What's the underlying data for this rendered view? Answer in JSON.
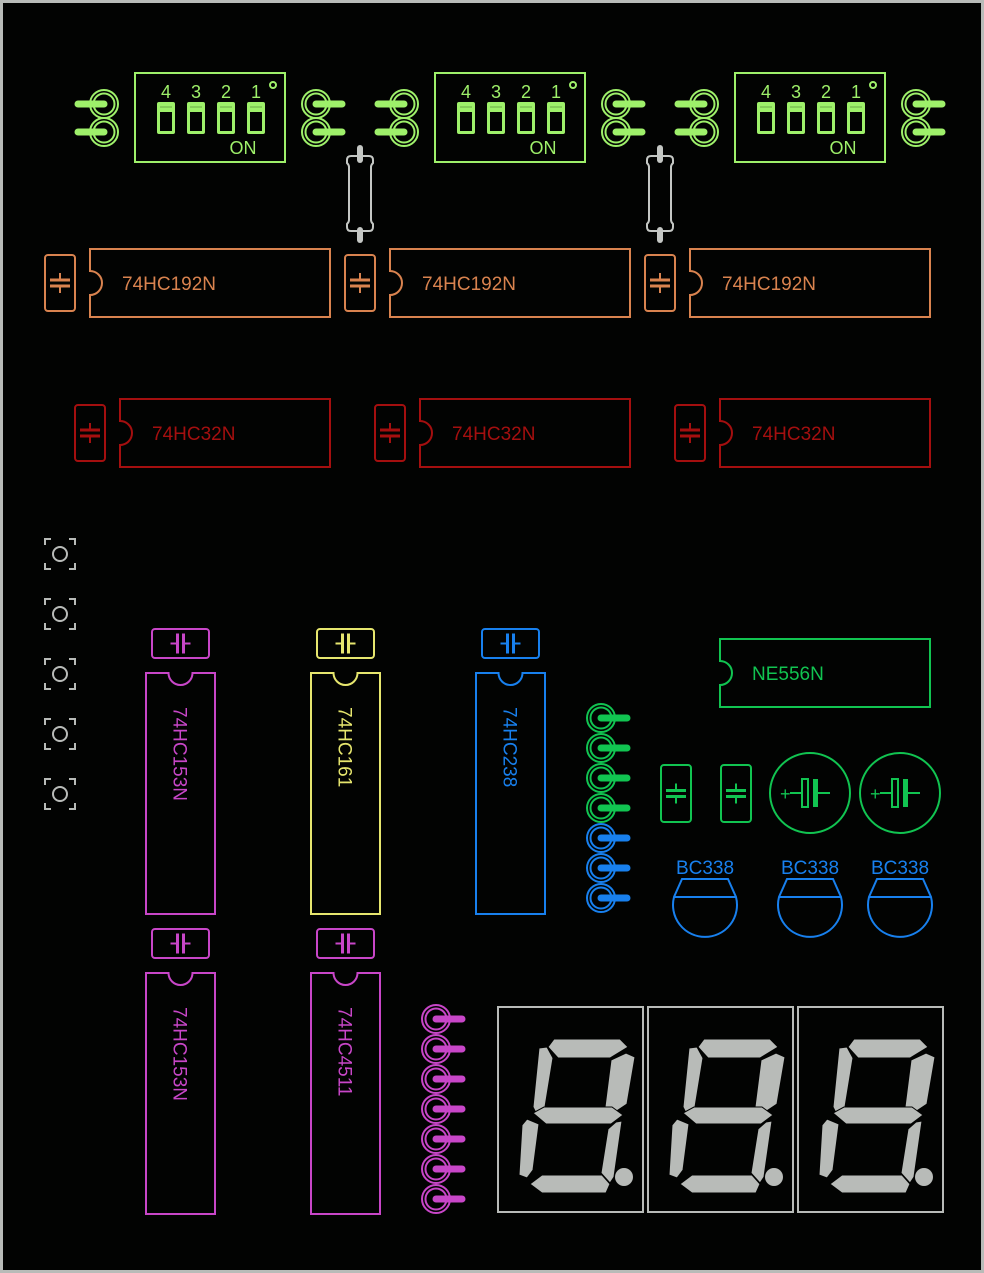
{
  "board": {
    "background": "#020302",
    "border_color": "#b8bbb8"
  },
  "colors": {
    "dip": "#9ef06a",
    "resistor": "#c4c7c4",
    "hc192": "#d9834f",
    "hc32": "#a40f0f",
    "button": "#b8bbb8",
    "hc153": "#c846c8",
    "hc161": "#e6e66e",
    "hc238": "#1880ee",
    "ne556": "#11c451",
    "bc338": "#1880ee",
    "seg": "#b8bbb8",
    "header_green": "#11c451",
    "header_blue": "#1880ee",
    "header_magenta": "#c846c8"
  },
  "dip_switches": [
    {
      "numbers": [
        "4",
        "3",
        "2",
        "1"
      ],
      "on_label": "ON"
    },
    {
      "numbers": [
        "4",
        "3",
        "2",
        "1"
      ],
      "on_label": "ON"
    },
    {
      "numbers": [
        "4",
        "3",
        "2",
        "1"
      ],
      "on_label": "ON"
    }
  ],
  "counters": [
    {
      "label": "74HC192N"
    },
    {
      "label": "74HC192N"
    },
    {
      "label": "74HC192N"
    }
  ],
  "or_gates": [
    {
      "label": "74HC32N"
    },
    {
      "label": "74HC32N"
    },
    {
      "label": "74HC32N"
    }
  ],
  "push_buttons_count": 5,
  "vertical_ics": [
    {
      "label": "74HC153N",
      "color_key": "hc153"
    },
    {
      "label": "74HC161",
      "color_key": "hc161"
    },
    {
      "label": "74HC238",
      "color_key": "hc238"
    },
    {
      "label": "74HC153N",
      "color_key": "hc153"
    },
    {
      "label": "74HC4511",
      "color_key": "hc153"
    }
  ],
  "timer": {
    "label": "NE556N"
  },
  "transistors": [
    {
      "label": "BC338"
    },
    {
      "label": "BC338"
    },
    {
      "label": "BC338"
    }
  ],
  "electrolytic_plus": "+",
  "seven_segment_digits": 3
}
